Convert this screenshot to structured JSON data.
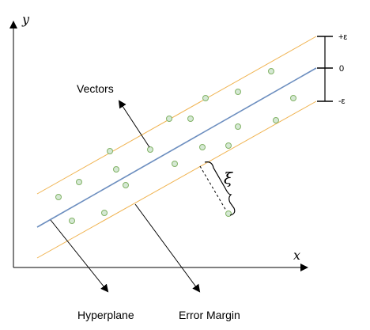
{
  "axes": {
    "x_label": "x",
    "y_label": "y"
  },
  "scale": {
    "plus_label": "+ε",
    "zero_label": "0",
    "minus_label": "-ε"
  },
  "labels": {
    "vectors": "Vectors",
    "hyperplane": "Hyperplane",
    "error_margin": "Error Margin",
    "slack": "ξ"
  },
  "colors": {
    "hyperplane": "#6c8ebf",
    "margin": "#f0b350",
    "point_fill": "#d5e8d4",
    "point_stroke": "#82b366",
    "ink": "#000000"
  },
  "points_count_note": "",
  "icons": [
    "arrow-icon"
  ]
}
